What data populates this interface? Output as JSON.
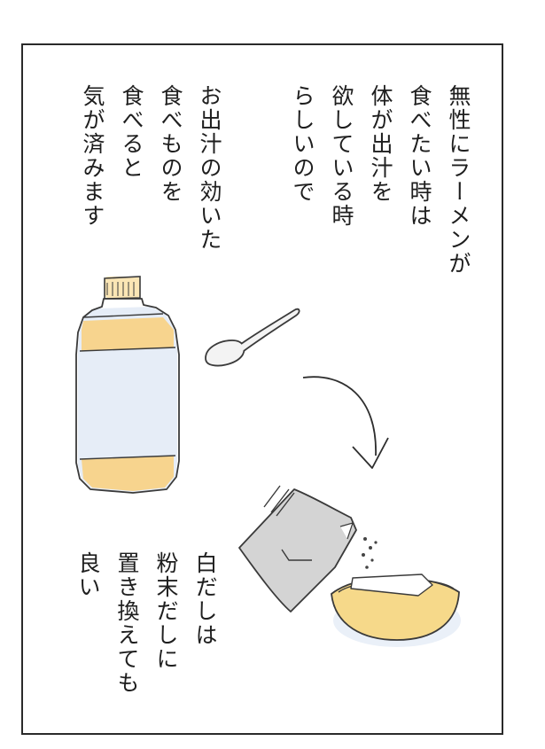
{
  "narration_top": {
    "lines": [
      "無性にラーメンが",
      "食べたい時は",
      "体が出汁を",
      "欲している時",
      "らしいので"
    ]
  },
  "narration_middle": {
    "lines": [
      "お出汁の効いた",
      "食べものを",
      "食べると",
      "気が済みます"
    ]
  },
  "narration_bottom": {
    "lines": [
      "白だしは",
      "粉末だしに",
      "置き換えても",
      "良い"
    ]
  },
  "colors": {
    "border": "#2a2a2a",
    "ink": "#3a3a3a",
    "liquid": "#f7d48e",
    "bottle_shadow": "#dde6f3",
    "cap": "#fbe6b5",
    "packet": "#d2d2d2",
    "bowl": "#f6d98a"
  }
}
